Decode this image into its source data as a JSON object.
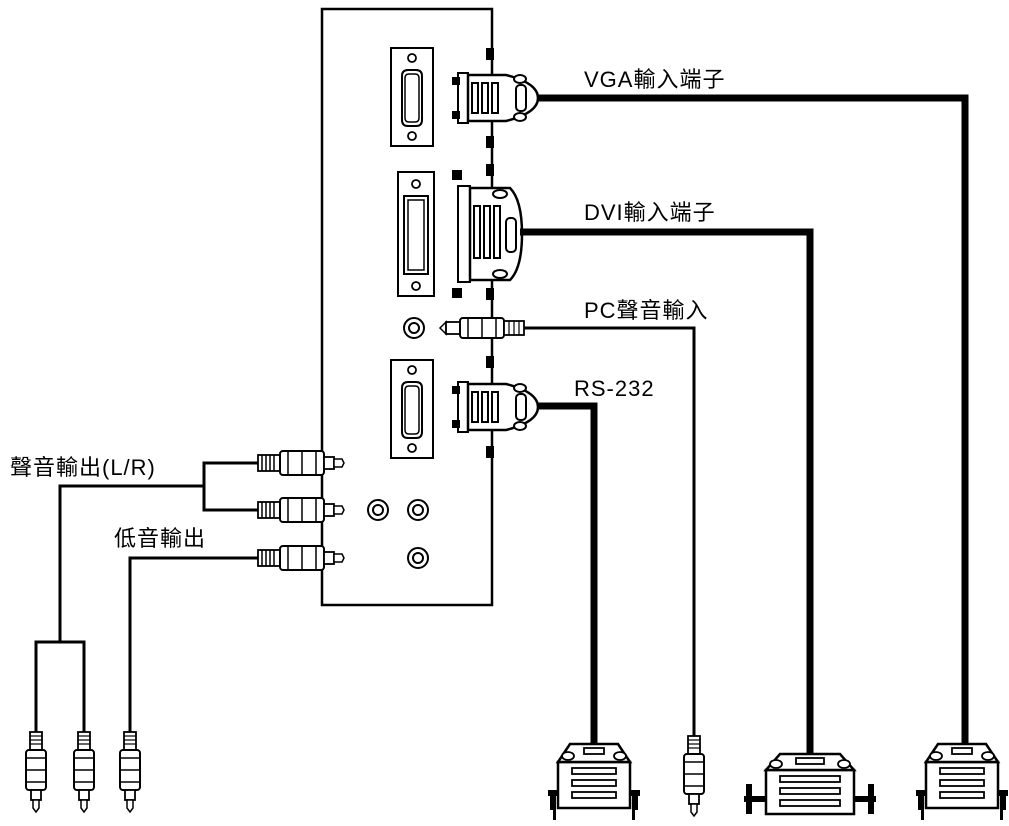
{
  "labels": {
    "vga_input": "VGA輸入端子",
    "dvi_input": "DVI輸入端子",
    "pc_audio_input": "PC聲音輸入",
    "rs232": "RS-232",
    "audio_output_lr": "聲音輸出(L/R)",
    "bass_output": "低音輸出"
  },
  "colors": {
    "line": "#000000",
    "background": "#ffffff",
    "connector_fill": "#ffffff"
  }
}
